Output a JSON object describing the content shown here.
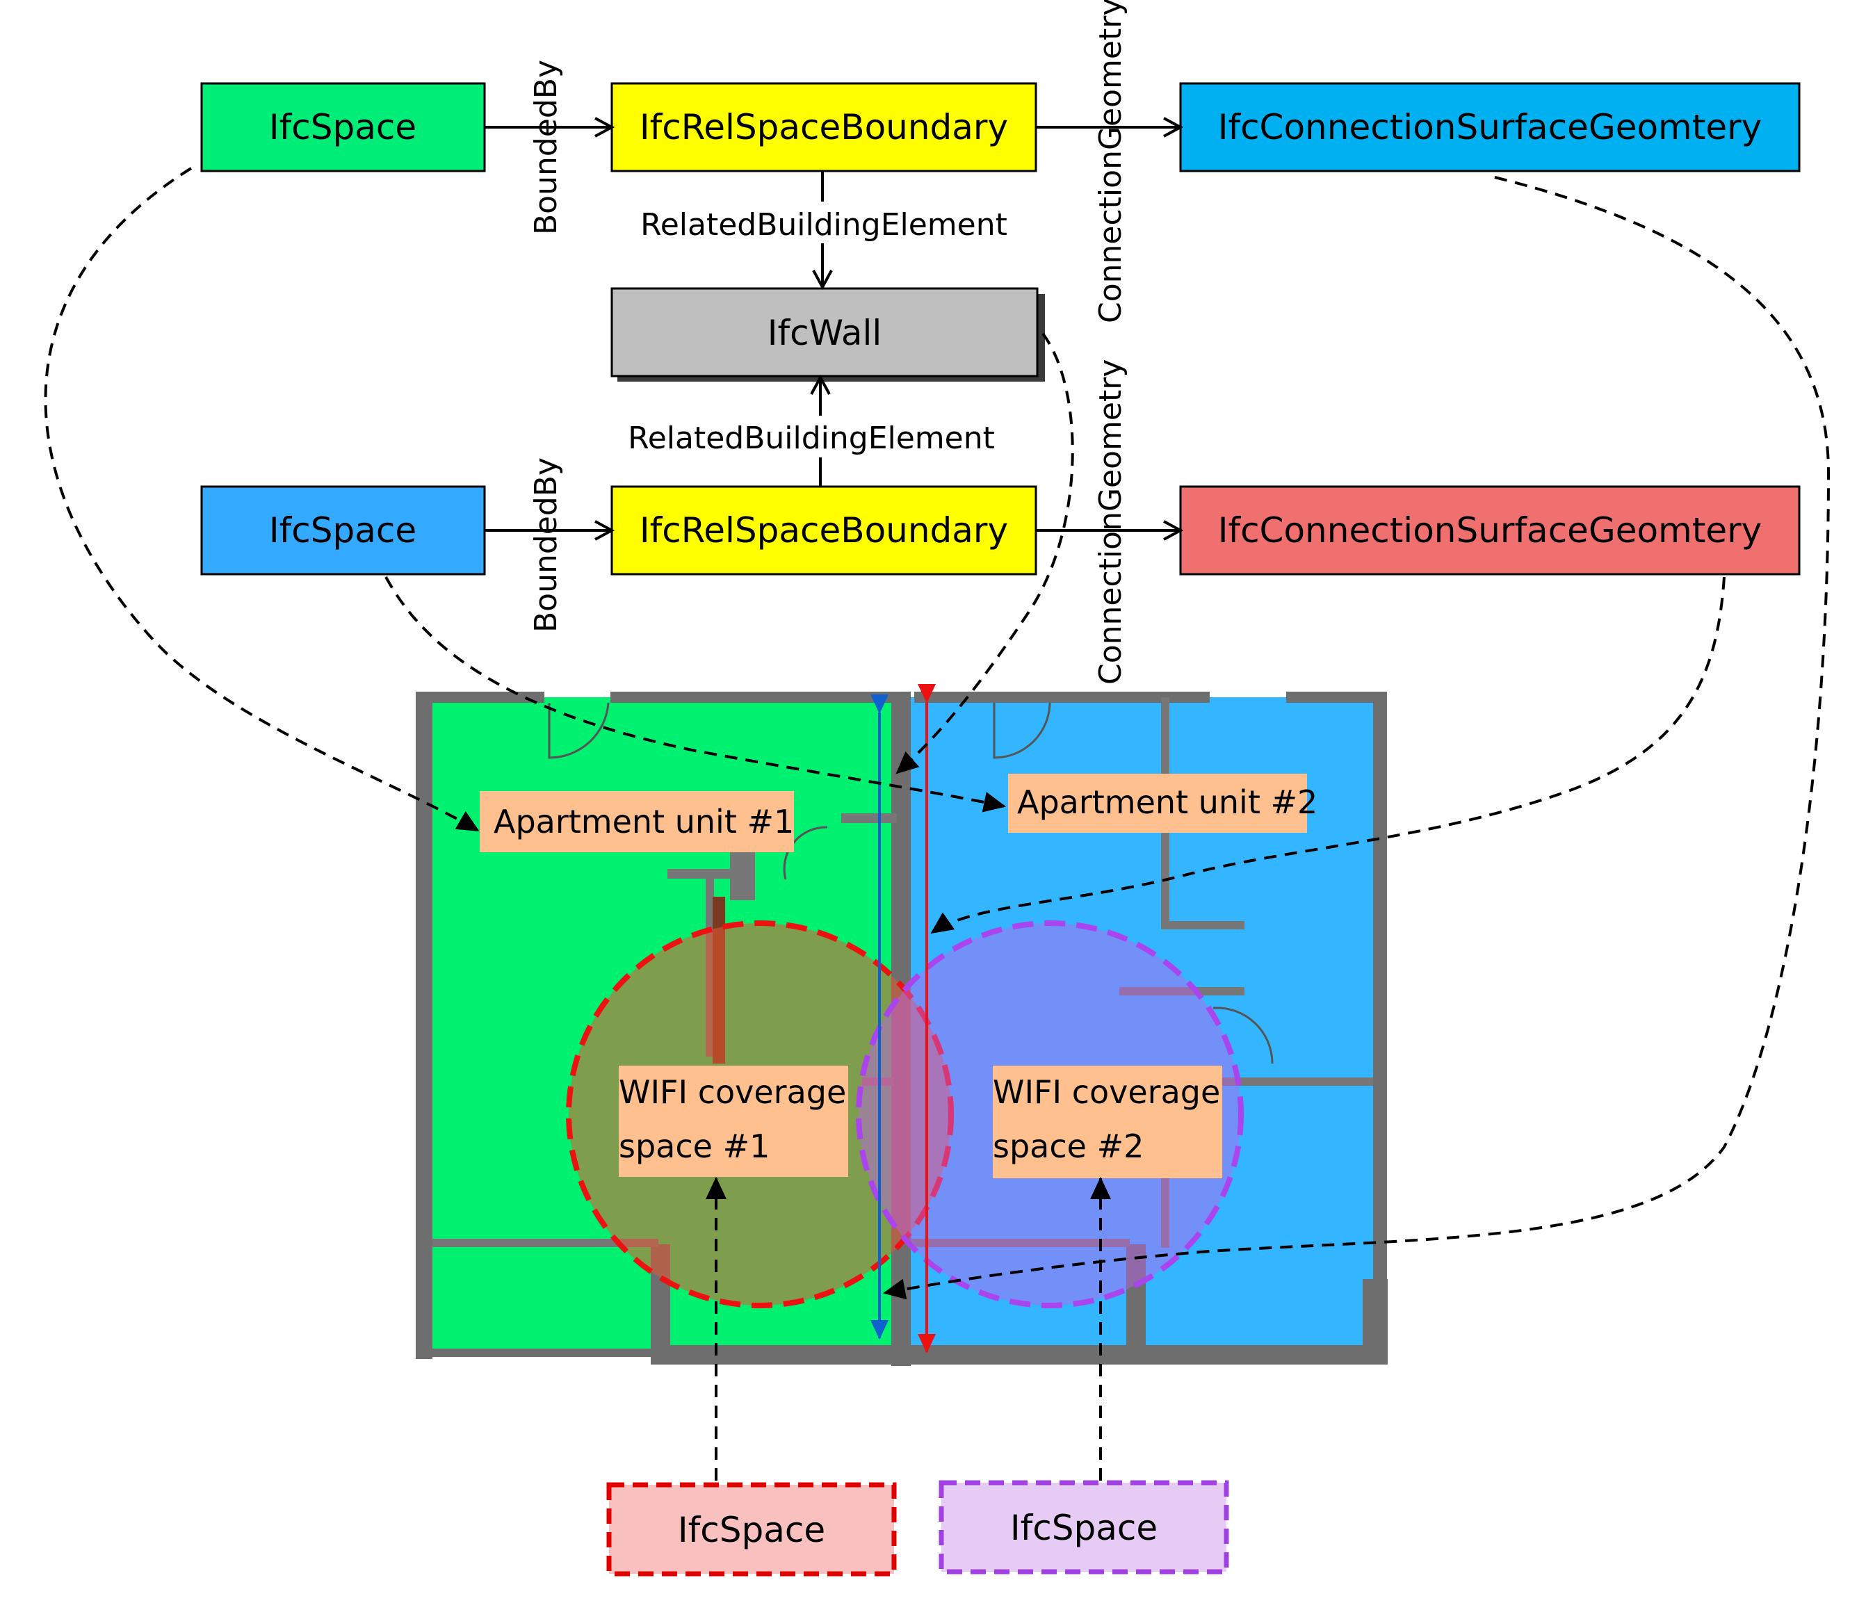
{
  "nodes": {
    "space_a": {
      "label": "IfcSpace",
      "fill": "#00EE77"
    },
    "rsb_a": {
      "label": "IfcRelSpaceBoundary",
      "fill": "#FFFF00"
    },
    "csg_a": {
      "label": "IfcConnectionSurfaceGeomtery",
      "fill": "#00B0F0"
    },
    "wall": {
      "label": "IfcWall",
      "fill": "#BFBFBF"
    },
    "space_b": {
      "label": "IfcSpace",
      "fill": "#33AAFF"
    },
    "rsb_b": {
      "label": "IfcRelSpaceBoundary",
      "fill": "#FFFF00"
    },
    "csg_b": {
      "label": "IfcConnectionSurfaceGeomtery",
      "fill": "#F07070"
    },
    "wifi_space_1": {
      "label": "IfcSpace",
      "fill": "#F9C0C0",
      "border": "#E00000"
    },
    "wifi_space_2": {
      "label": "IfcSpace",
      "fill": "#E6CCF5",
      "border": "#A040E0"
    }
  },
  "edges": {
    "bounded_by_a": "BoundedBy",
    "bounded_by_b": "BoundedBy",
    "connection_geometry_a": "ConnectionGeometry",
    "connection_geometry_b": "ConnectionGeometry",
    "related_building_element_a": "RelatedBuildingElement",
    "related_building_element_b": "RelatedBuildingElement"
  },
  "floorplan": {
    "apartment_1": "Apartment unit #1",
    "apartment_2": "Apartment unit #2",
    "wifi_1_line1": "WIFI coverage",
    "wifi_1_line2": "space #1",
    "wifi_2_line1": "WIFI coverage",
    "wifi_2_line2": "space #2",
    "colors": {
      "apartment_1_fill": "#00F070",
      "apartment_2_fill": "#33B5FF",
      "wifi_1_border": "#EE1111",
      "wifi_2_border": "#AA44EE",
      "label_fill": "#FFC08F"
    }
  }
}
